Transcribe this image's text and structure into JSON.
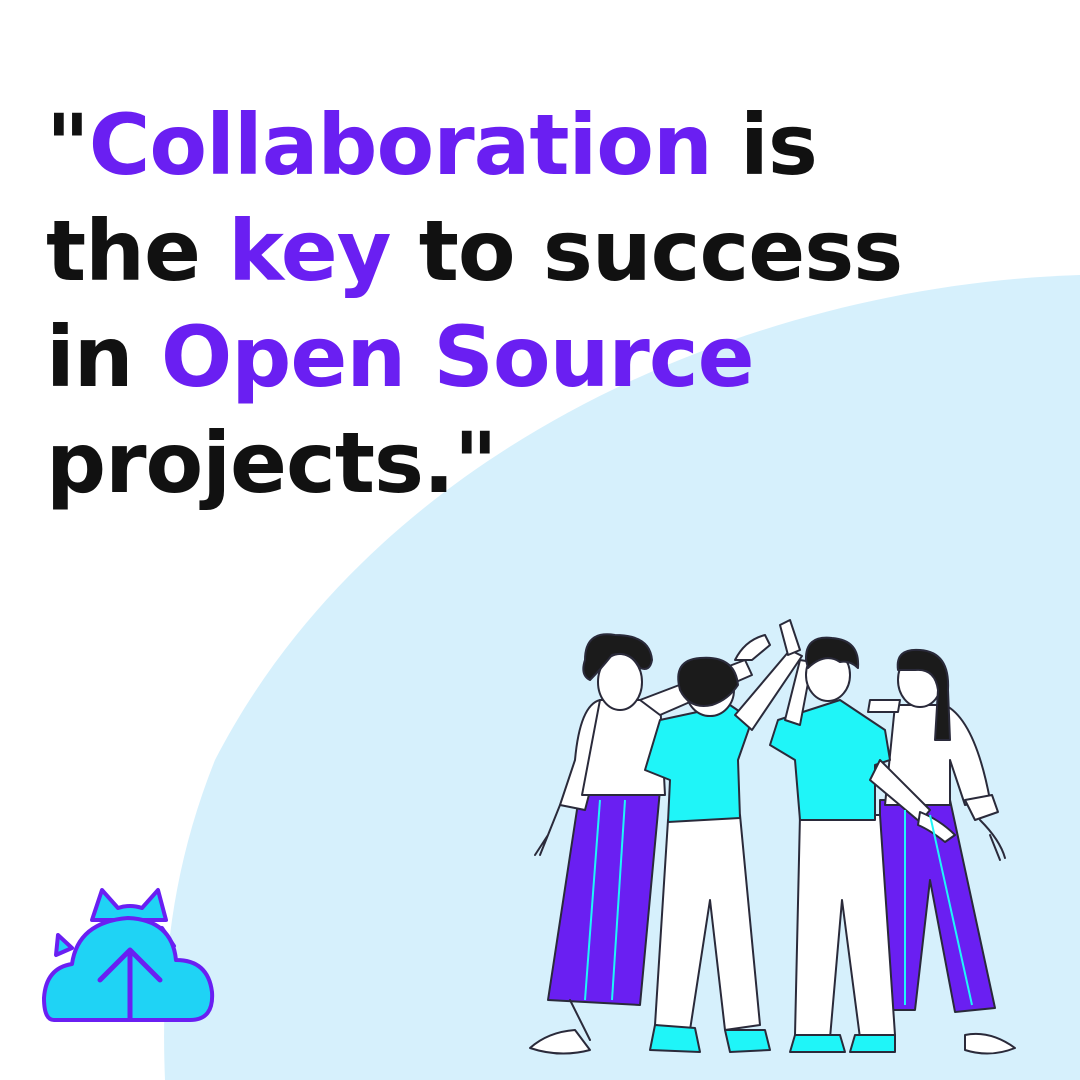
{
  "quote": {
    "line1": {
      "open_quote": "\"",
      "highlight": "Collaboration",
      "rest": " is"
    },
    "line2": {
      "start": "the ",
      "highlight": "key",
      "rest": " to success"
    },
    "line3": {
      "start": "in ",
      "highlight": "Open Source"
    },
    "line4": {
      "text": "projects.\""
    }
  },
  "colors": {
    "background": "#ffffff",
    "blob": "#d6f0fc",
    "text": "#111111",
    "accent_purple": "#6a1ff2",
    "accent_cyan": "#1ff5f8",
    "logo_cyan": "#1fd3f5"
  },
  "illustration": {
    "icon": "team-high-five-illustration"
  },
  "logo": {
    "icon": "cloud-cat-ears-logo"
  }
}
